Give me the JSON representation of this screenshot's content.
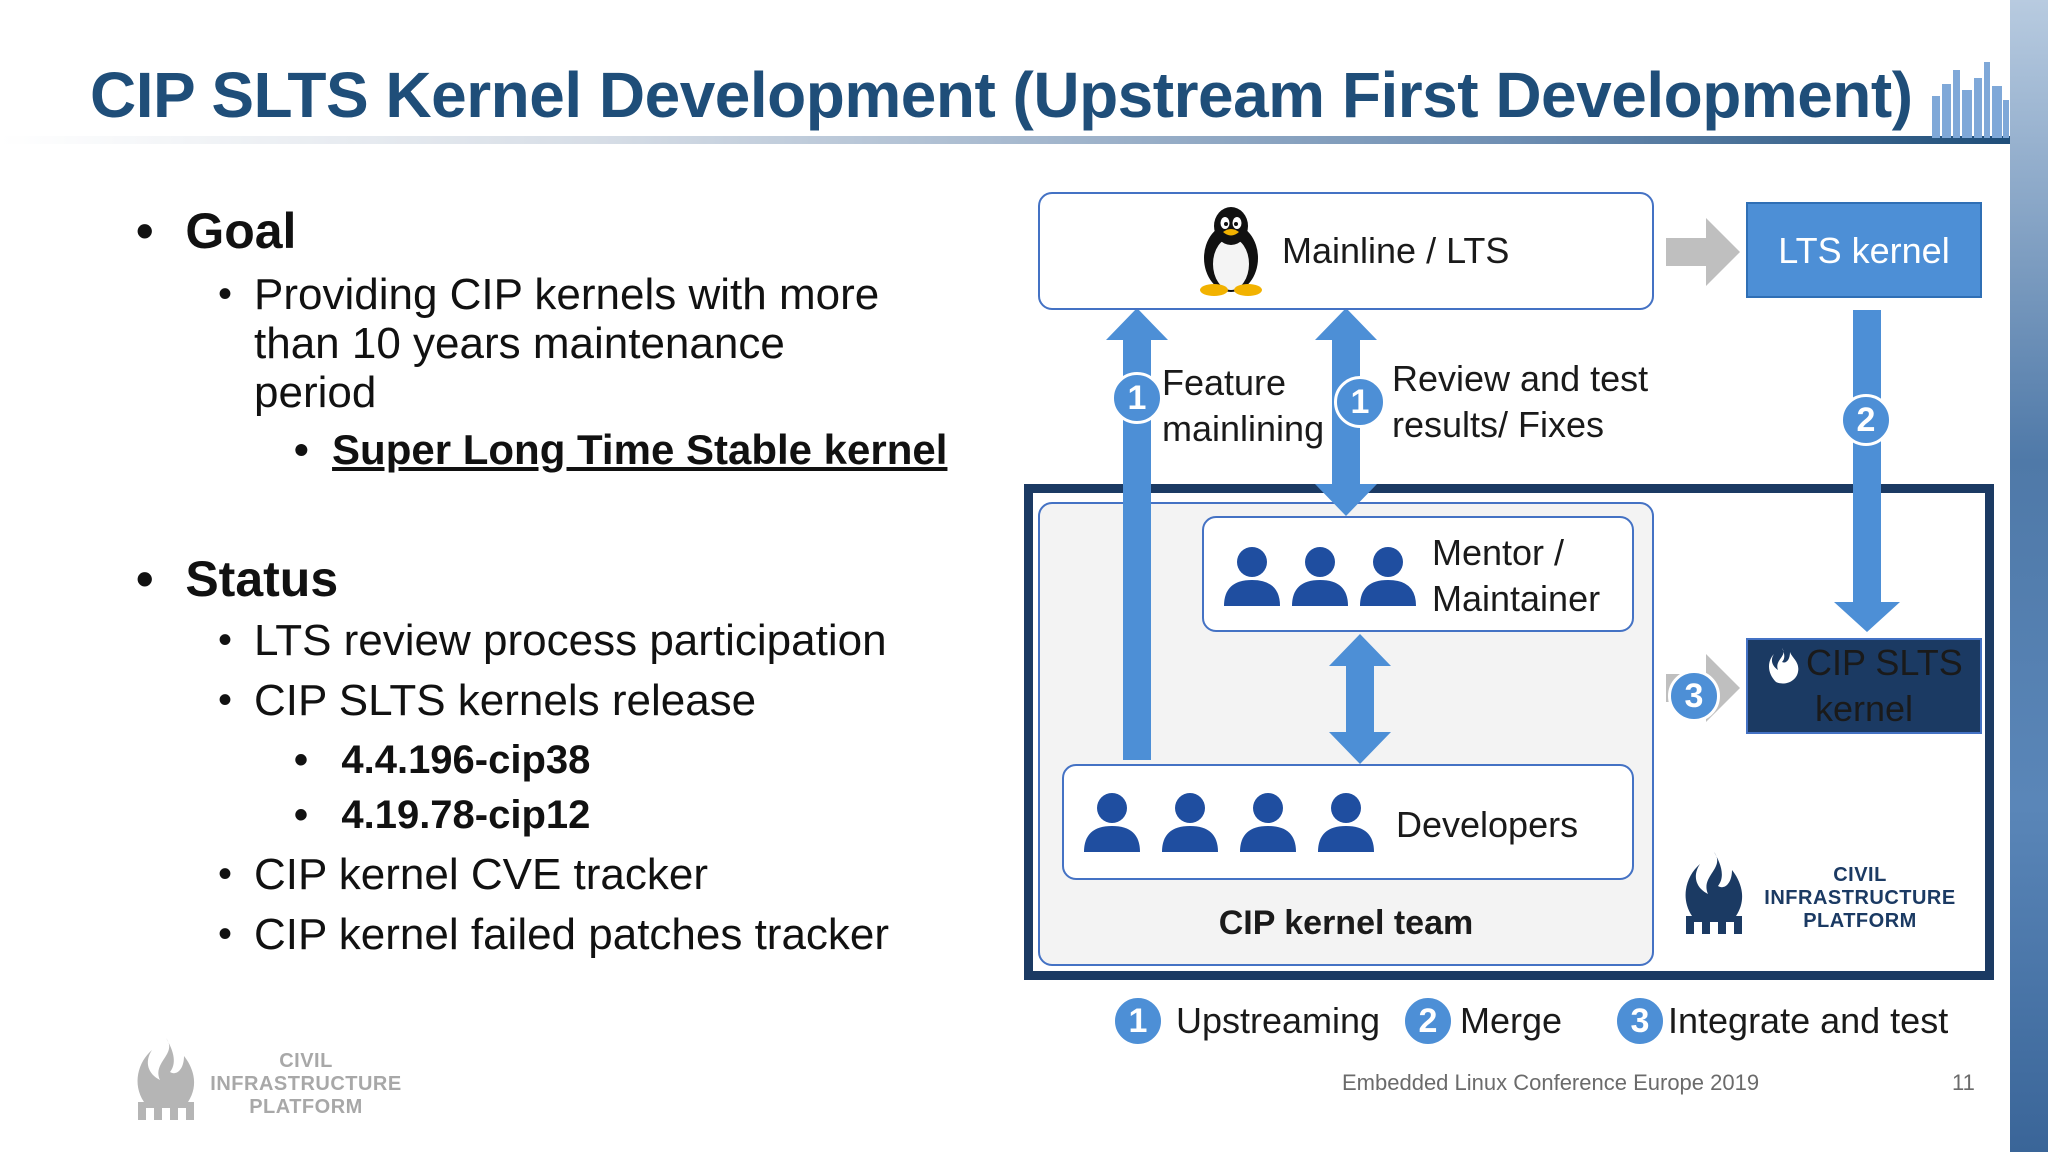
{
  "title": "CIP SLTS Kernel Development (Upstream First Development)",
  "bullets": {
    "goal": "Goal",
    "goal_item": [
      "Providing CIP kernels with more",
      "than 10 years maintenance",
      "period"
    ],
    "slts": "Super Long Time Stable kernel",
    "status": "Status",
    "status_items": [
      "LTS review process participation",
      "CIP SLTS kernels release",
      "CIP kernel CVE tracker",
      "CIP kernel failed patches tracker"
    ],
    "versions": [
      "4.4.196-cip38",
      "4.19.78-cip12"
    ]
  },
  "diagram": {
    "mainline": "Mainline / LTS",
    "lts_kernel": "LTS kernel",
    "feature": [
      "Feature",
      "mainlining"
    ],
    "review": [
      "Review and test",
      "results/ Fixes"
    ],
    "mentor": [
      "Mentor /",
      "Maintainer"
    ],
    "developers": "Developers",
    "team": "CIP kernel team",
    "cip_slts": [
      "CIP SLTS",
      "kernel"
    ],
    "badges": [
      "1",
      "2",
      "3"
    ]
  },
  "legend": {
    "items": [
      {
        "num": "1",
        "label": "Upstreaming"
      },
      {
        "num": "2",
        "label": "Merge"
      },
      {
        "num": "3",
        "label": "Integrate and test"
      }
    ]
  },
  "logo": [
    "CIVIL",
    "INFRASTRUCTURE",
    "PLATFORM"
  ],
  "footer": {
    "conference": "Embedded Linux Conference Europe 2019",
    "page": "11"
  },
  "colors": {
    "title": "#1f4e79",
    "accent_blue": "#4d8fd6",
    "dark_navy": "#1b3a63",
    "lts_box": "#4d8fd6"
  }
}
